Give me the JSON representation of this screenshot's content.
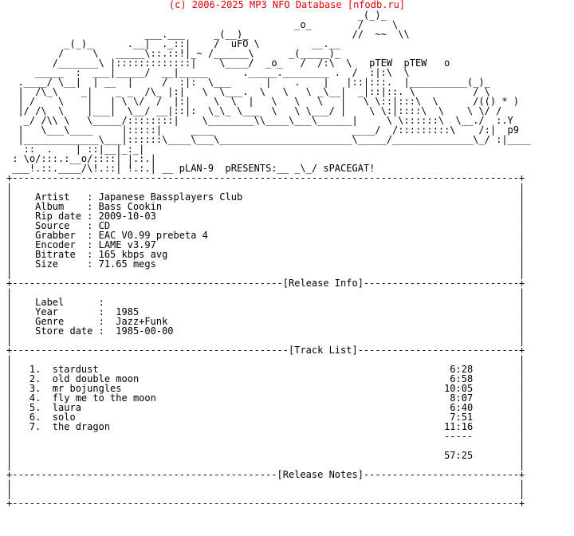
{
  "header": {
    "text": "(c) 2006-2025 MP3 NFO Database [nfodb.ru]"
  },
  "colors": {
    "header": "#e00000",
    "text": "#000000",
    "background": "#ffffff"
  },
  "banner_art": [
    "                                                             _(_)_",
    "                                                  _o_        /     \\",
    "                        ___.___     _(__)_                  //  ~~  \\\\",
    "          _(_)_      .__|  ._::|    /  uFO \\         __.__",
    "         /     \\   _____\\::.::!|_~ /______\\      _(_____)_",
    "        /_______\\ |:::::::::::::|    \\____/  _o_   /  /:\\  \\   pTEW  pTEW   o",
    "     _____  :  ___|_____/  __|_____      ._____.________ .  /  :|:\\  \\",
    "  .____/ \\__|  | __  |     /  :|:  \\___      |    .    |   |::|:::.  |__________(_)_",
    "  |  /\\_\\    _|    _ _  /\\_ |:|   \\  \\___.  \\   \\   \\ _\\__|  _|::|::. \\          / \\",
    "  | /    \\    |   | \\ \\/  /  |:|    \\  \\  |   \\   \\   \\   |   \\ \\::|:::\\  \\      /(() * )",
    "  |/ /\\  \\    |___|  \\__/ __|::|:  \\_\\_ \\___  \\   \\ \\___/ |    \\ \\:|::::\\  \\    \\ \\/ /",
    "   _/ /\\\\ \\   \\_____/::::::::|    \\________\\\\____\\___\\______|     \\ \\::::::\\  \\__./  :.Y",
    "  |   \\___\\____     |:::::|     ____                        ____/  /:::::::::\\    /:|  p9",
    "  |_____________\\___|::::::\\____\\___\\_______________________\\_____/______________\\_/ :|____",
    "   ::  .    | ::|__|_:_|",
    " : \\o/:::.:__o/::::| |.:.|",
    " ___!.::.____/\\!.::| !.:.| __ pLAN-9  pRESENTS:__ _\\_/ sPACEGAT!"
  ],
  "divider_line": "+----------------------------------------------------------------------------------------+",
  "release": {
    "artist_label": "Artist",
    "artist": "Japanese Bassplayers Club",
    "album_label": "Album",
    "album": "Bass Cookin",
    "rip_date_label": "Rip date",
    "rip_date": "2009-10-03",
    "source_label": "Source",
    "source": "CD",
    "grabber_label": "Grabber",
    "grabber": "EAC V0.99 prebeta 4",
    "encoder_label": "Encoder",
    "encoder": "LAME v3.97",
    "bitrate_label": "Bitrate",
    "bitrate": "165 kbps avg",
    "size_label": "Size",
    "size": "71.65 megs"
  },
  "release_info_header": "[Release Info]",
  "release_info": {
    "label_label": "Label",
    "label": "",
    "year_label": "Year",
    "year": "1985",
    "genre_label": "Genre",
    "genre": "Jazz+Funk",
    "store_date_label": "Store date",
    "store_date": "1985-00-00"
  },
  "track_list_header": "[Track List]",
  "tracks": [
    {
      "num": "1.",
      "title": "stardust",
      "time": "6:28"
    },
    {
      "num": "2.",
      "title": "old double moon",
      "time": "6:58"
    },
    {
      "num": "3.",
      "title": "mr bojungles",
      "time": "10:05"
    },
    {
      "num": "4.",
      "title": "fly me to the moon",
      "time": "8:07"
    },
    {
      "num": "5.",
      "title": "laura",
      "time": "6:40"
    },
    {
      "num": "6.",
      "title": "solo",
      "time": "7:51"
    },
    {
      "num": "7.",
      "title": "the dragon",
      "time": "11:16"
    }
  ],
  "total_rule": "-----",
  "total_time": "57:25",
  "release_notes_header": "[Release Notes]"
}
